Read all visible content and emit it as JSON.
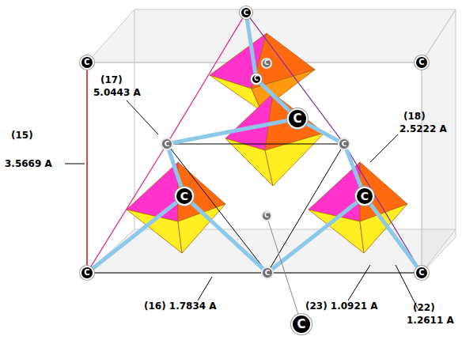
{
  "diagram": {
    "nodes": [
      {
        "text": [
          "C"
        ]
      },
      {
        "text": [
          "C"
        ]
      },
      {
        "text": [
          "C"
        ]
      },
      {
        "text": [
          "C"
        ]
      },
      {
        "text": [
          "C"
        ]
      },
      {
        "text": [
          "C"
        ]
      },
      {
        "text": [
          "C"
        ]
      },
      {
        "text": [
          "C"
        ]
      },
      {
        "text": [
          "C"
        ]
      },
      {
        "text": [
          "C"
        ]
      },
      {
        "text": [
          "C"
        ]
      },
      {
        "text": [
          "C"
        ]
      },
      {
        "text": [
          "C"
        ]
      },
      {
        "text": [
          "C"
        ]
      },
      {
        "text": [
          "C"
        ]
      }
    ],
    "edges": [
      {
        "from": 0,
        "to": 6,
        "arrow": "none"
      },
      {
        "from": 6,
        "to": 11,
        "arrow": "none"
      },
      {
        "from": 0,
        "to": 7,
        "arrow": "none"
      },
      {
        "from": 7,
        "to": 13,
        "arrow": "none"
      },
      {
        "from": 11,
        "to": 12,
        "arrow": "none"
      },
      {
        "from": 12,
        "to": 13,
        "arrow": "none"
      },
      {
        "from": 6,
        "to": 7,
        "arrow": "none"
      },
      {
        "from": 6,
        "to": 12,
        "arrow": "none"
      },
      {
        "from": 7,
        "to": 12,
        "arrow": "none"
      },
      {
        "from": 8,
        "to": 6,
        "arrow": "none"
      },
      {
        "from": 8,
        "to": 11,
        "arrow": "none"
      },
      {
        "from": 8,
        "to": 12,
        "arrow": "none"
      },
      {
        "from": 9,
        "to": 7,
        "arrow": "none"
      },
      {
        "from": 9,
        "to": 12,
        "arrow": "none"
      },
      {
        "from": 9,
        "to": 13,
        "arrow": "none"
      },
      {
        "from": 5,
        "to": 6,
        "arrow": "none"
      },
      {
        "from": 5,
        "to": 7,
        "arrow": "none"
      },
      {
        "from": 5,
        "to": 4,
        "arrow": "none"
      },
      {
        "from": 4,
        "to": 0,
        "arrow": "none"
      },
      {
        "from": 10,
        "to": 14,
        "arrow": "none"
      }
    ],
    "labels": [
      "(15)",
      "3.5669 A",
      "(17)",
      "5.0443 A",
      "(18)",
      "2.5222 A",
      "(16) 1.7834 A",
      "(23) 1.0921 A",
      "(22)",
      "1.2611 A"
    ]
  }
}
